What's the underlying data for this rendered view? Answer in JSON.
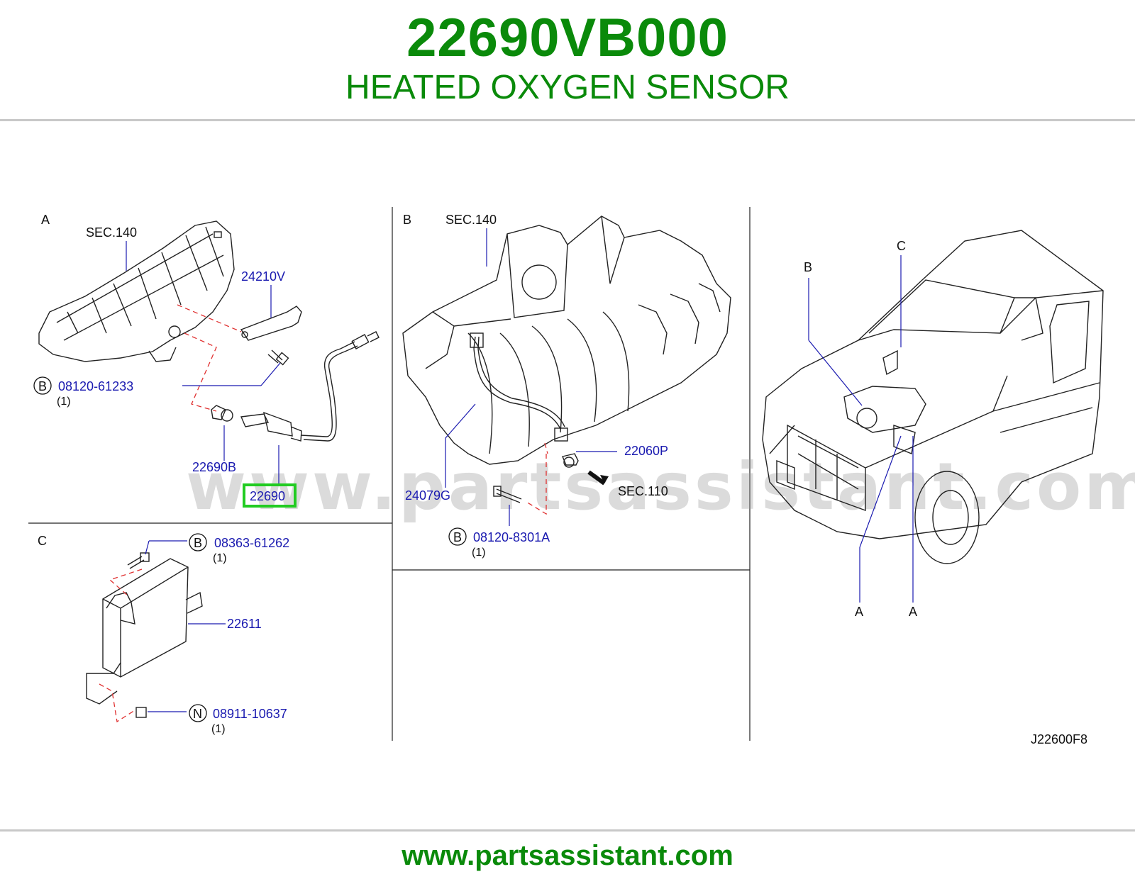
{
  "header": {
    "part_number": "22690VB000",
    "part_name": "HEATED OXYGEN SENSOR"
  },
  "footer": {
    "url": "www.partsassistant.com"
  },
  "watermark": "www.partsassistant.com",
  "colors": {
    "brand_green": "#0a8a0a",
    "label_blue": "#1a1ab0",
    "highlight_green": "#22cc22",
    "leader_red": "#e03030"
  },
  "diagram": {
    "code": "J22600F8",
    "panels": {
      "a": {
        "letter": "A",
        "labels": {
          "sec140": "SEC.140",
          "p24210v": "24210V",
          "bolt_mark": "B",
          "bolt": "08120-61233",
          "bolt_qty": "(1)",
          "p22690b": "22690B",
          "p22690": "22690"
        }
      },
      "b": {
        "letter": "B",
        "labels": {
          "sec140": "SEC.140",
          "p22060p": "22060P",
          "sec110": "SEC.110",
          "p24079g": "24079G",
          "bolt_mark": "B",
          "bolt": "08120-8301A",
          "bolt_qty": "(1)"
        }
      },
      "c": {
        "letter": "C",
        "labels": {
          "bolt_mark": "B",
          "bolt": "08363-61262",
          "bolt_qty": "(1)",
          "p22611": "22611",
          "nut_mark": "N",
          "nut": "08911-10637",
          "nut_qty": "(1)"
        }
      },
      "vehicle": {
        "callout_b": "B",
        "callout_c": "C",
        "callout_a1": "A",
        "callout_a2": "A"
      }
    }
  }
}
